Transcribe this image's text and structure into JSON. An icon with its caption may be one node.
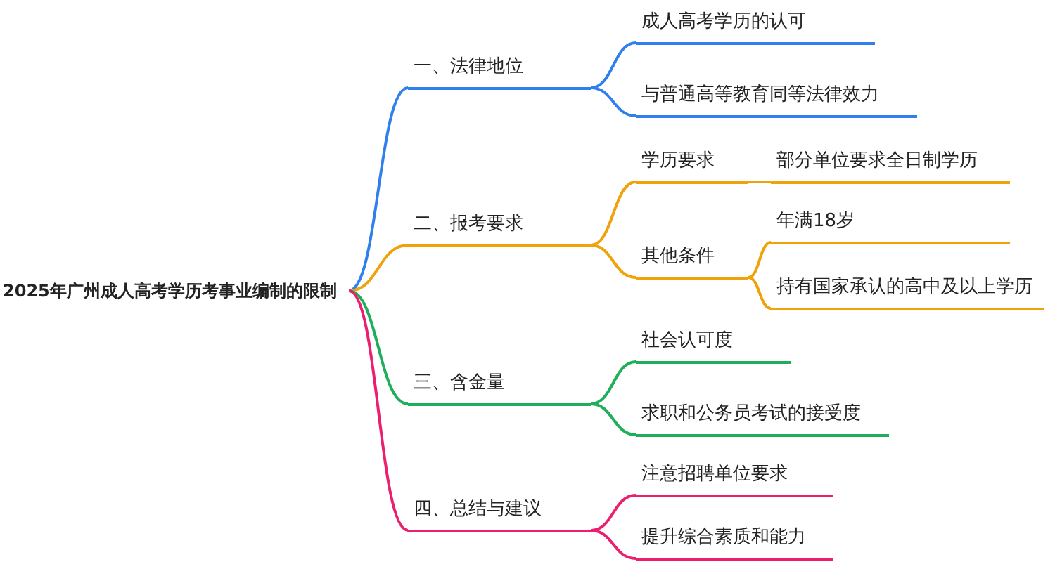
{
  "diagram": {
    "nodes": [
      {
        "text": [
          "2025年广州成人高考学历考事业编制的限制"
        ]
      },
      {
        "text": [
          "一、法律地位"
        ]
      },
      {
        "text": [
          "成人高考学历的认可"
        ]
      },
      {
        "text": [
          "与普通高等教育同等法律效力"
        ]
      },
      {
        "text": [
          "二、报考要求"
        ]
      },
      {
        "text": [
          "学历要求"
        ]
      },
      {
        "text": [
          "部分单位要求全日制学历"
        ]
      },
      {
        "text": [
          "其他条件"
        ]
      },
      {
        "text": [
          "年满18岁"
        ]
      },
      {
        "text": [
          "持有国家承认的高中及以上学历"
        ]
      },
      {
        "text": [
          "三、含金量"
        ]
      },
      {
        "text": [
          "社会认可度"
        ]
      },
      {
        "text": [
          "求职和公务员考试的接受度"
        ]
      },
      {
        "text": [
          "四、总结与建议"
        ]
      },
      {
        "text": [
          "注意招聘单位要求"
        ]
      },
      {
        "text": [
          "提升综合素质和能力"
        ]
      }
    ],
    "edges": [
      {
        "from": 0,
        "to": 1,
        "arrow": "none",
        "color": "#2f80ed"
      },
      {
        "from": 1,
        "to": 2,
        "arrow": "none",
        "color": "#2f80ed"
      },
      {
        "from": 1,
        "to": 3,
        "arrow": "none",
        "color": "#2f80ed"
      },
      {
        "from": 0,
        "to": 4,
        "arrow": "none",
        "color": "#f0a20b"
      },
      {
        "from": 4,
        "to": 5,
        "arrow": "none",
        "color": "#f0a20b"
      },
      {
        "from": 5,
        "to": 6,
        "arrow": "none",
        "color": "#f0a20b"
      },
      {
        "from": 4,
        "to": 7,
        "arrow": "none",
        "color": "#f0a20b"
      },
      {
        "from": 7,
        "to": 8,
        "arrow": "none",
        "color": "#f0a20b"
      },
      {
        "from": 7,
        "to": 9,
        "arrow": "none",
        "color": "#f0a20b"
      },
      {
        "from": 0,
        "to": 10,
        "arrow": "none",
        "color": "#1fae5a"
      },
      {
        "from": 10,
        "to": 11,
        "arrow": "none",
        "color": "#1fae5a"
      },
      {
        "from": 10,
        "to": 12,
        "arrow": "none",
        "color": "#1fae5a"
      },
      {
        "from": 0,
        "to": 13,
        "arrow": "none",
        "color": "#ec1f6e"
      },
      {
        "from": 13,
        "to": 14,
        "arrow": "none",
        "color": "#ec1f6e"
      },
      {
        "from": 13,
        "to": 15,
        "arrow": "none",
        "color": "#ec1f6e"
      }
    ]
  }
}
